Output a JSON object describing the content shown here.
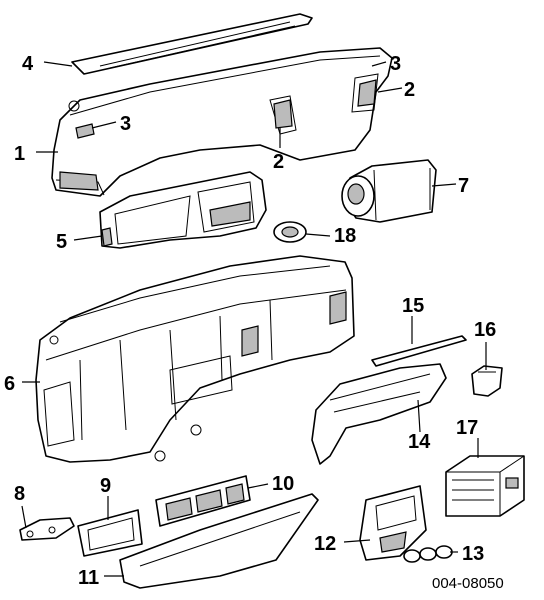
{
  "labels": {
    "l1": "1",
    "l2a": "2",
    "l2b": "2",
    "l3a": "3",
    "l3b": "3",
    "l4": "4",
    "l5": "5",
    "l6": "6",
    "l7": "7",
    "l8": "8",
    "l9": "9",
    "l10": "10",
    "l11": "11",
    "l12": "12",
    "l13": "13",
    "l14": "14",
    "l15": "15",
    "l16": "16",
    "l17": "17",
    "l18": "18"
  },
  "diagram_code": "004-08050"
}
